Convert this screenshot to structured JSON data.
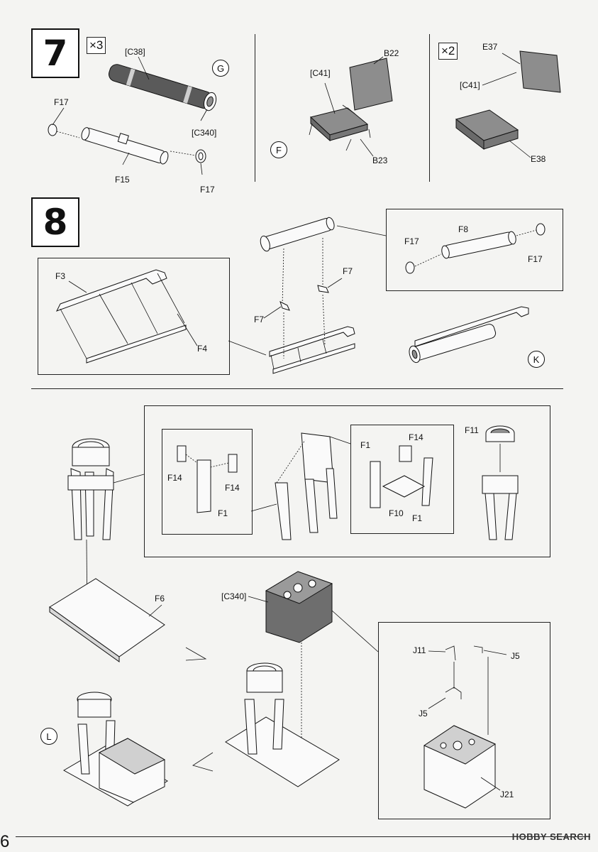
{
  "step7": {
    "number": "7",
    "panel1": {
      "multiplier": "×3",
      "circle": "G",
      "labels": [
        "[C38]",
        "F17",
        "[C340]",
        "F15",
        "F17"
      ]
    },
    "panel2": {
      "circle": "F",
      "labels": [
        "B22",
        "[C41]",
        "B23"
      ]
    },
    "panel3": {
      "multiplier": "×2",
      "labels": [
        "E37",
        "[C41]",
        "E38"
      ]
    }
  },
  "step8": {
    "number": "8",
    "frame_labels": [
      "F3",
      "F4"
    ],
    "mid_labels": [
      "F7",
      "F7"
    ],
    "detail_labels": [
      "F17",
      "F8",
      "F17"
    ],
    "circle": "K"
  },
  "lower": {
    "inset_a": [
      "F14",
      "F14",
      "F1"
    ],
    "inset_b": [
      "F1",
      "F14",
      "F10",
      "F1"
    ],
    "cap_label": "F11",
    "base_label": "F6",
    "box_label": "[C340]",
    "detail_labels": [
      "J11",
      "J5",
      "J5",
      "J21"
    ],
    "circle": "L"
  },
  "footer": {
    "page_number": "6",
    "watermark": "HOBBY SEARCH"
  }
}
